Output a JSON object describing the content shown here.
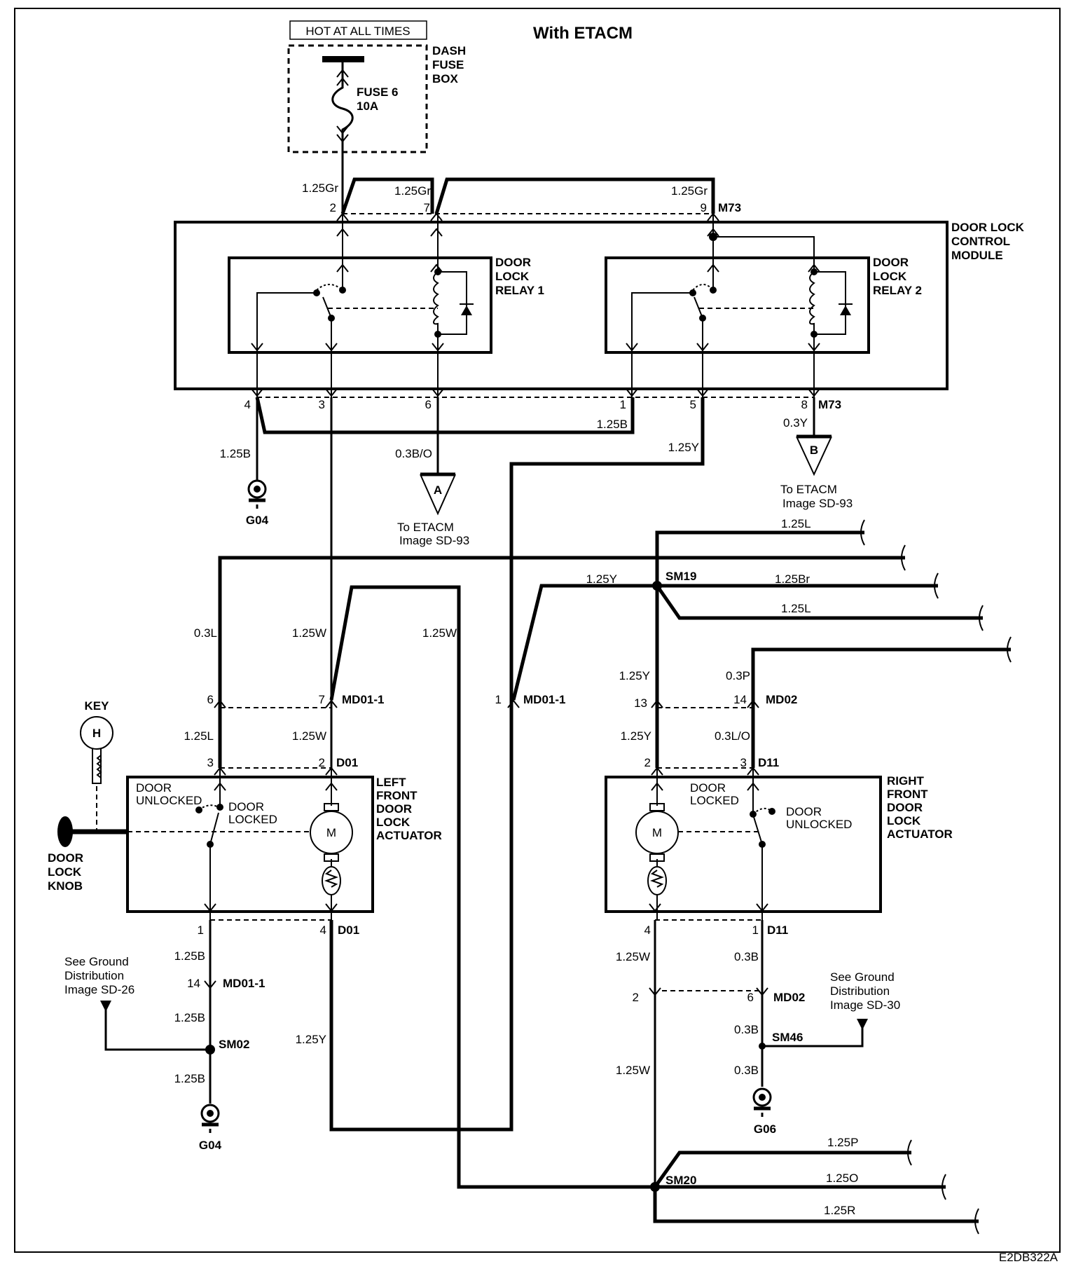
{
  "title": "With ETACM",
  "power": {
    "label": "HOT AT ALL TIMES",
    "fuse_box": [
      "DASH",
      "FUSE",
      "BOX"
    ],
    "fuse": [
      "FUSE 6",
      "10A"
    ]
  },
  "module": {
    "name": [
      "DOOR LOCK",
      "CONTROL",
      "MODULE"
    ],
    "connector": "M73",
    "relay1": [
      "DOOR",
      "LOCK",
      "RELAY 1"
    ],
    "relay2": [
      "DOOR",
      "LOCK",
      "RELAY 2"
    ],
    "top_pins": [
      "2",
      "7",
      "9"
    ],
    "bottom_pins": [
      "4",
      "3",
      "6",
      "1",
      "5",
      "8"
    ]
  },
  "wire_labels": [
    "1.25Gr",
    "1.25Gr",
    "1.25Gr",
    "1.25B",
    "1.25B",
    "0.3B/O",
    "1.25Y",
    "0.3Y",
    "1.25L",
    "1.25Y",
    "1.25Br",
    "1.25L",
    "0.3L",
    "1.25W",
    "1.25W",
    "1.25Y",
    "0.3P",
    "1.25L",
    "1.25W",
    "1.25Y",
    "0.3L/O",
    "1.25B",
    "1.25B",
    "1.25B",
    "1.25Y",
    "1.25W",
    "0.3B",
    "0.3B",
    "0.3B",
    "1.25W",
    "1.25P",
    "1.25O",
    "1.25R"
  ],
  "offpage": {
    "a": "A",
    "b": "B",
    "a_text": [
      "To ETACM",
      "Image SD-93"
    ],
    "b_text": [
      "To ETACM",
      "Image SD-93"
    ]
  },
  "grounds": {
    "g04_top": "G04",
    "g04_bottom": "G04",
    "g06": "G06"
  },
  "splices": {
    "sm19": "SM19",
    "sm02": "SM02",
    "sm46": "SM46",
    "sm20": "SM20"
  },
  "connectors": {
    "md01_a": {
      "name": "MD01-1",
      "pins": [
        "6",
        "7"
      ]
    },
    "md01_b": {
      "name": "MD01-1",
      "pin": "1"
    },
    "md02_a": {
      "name": "MD02",
      "pins": [
        "13",
        "14"
      ]
    },
    "md01_c": {
      "name": "MD01-1",
      "pin": "14"
    },
    "md02_b": {
      "name": "MD02",
      "pins": [
        "2",
        "6"
      ]
    },
    "d01_top": {
      "name": "D01",
      "pins": [
        "3",
        "2"
      ]
    },
    "d01_bot": {
      "name": "D01",
      "pins": [
        "1",
        "4"
      ]
    },
    "d11_top": {
      "name": "D11",
      "pins": [
        "2",
        "3"
      ]
    },
    "d11_bot": {
      "name": "D11",
      "pins": [
        "4",
        "1"
      ]
    }
  },
  "left_actuator": {
    "name": [
      "LEFT",
      "FRONT",
      "DOOR",
      "LOCK",
      "ACTUATOR"
    ],
    "unlocked": [
      "DOOR",
      "UNLOCKED"
    ],
    "locked": [
      "DOOR",
      "LOCKED"
    ],
    "motor": "M"
  },
  "right_actuator": {
    "name": [
      "RIGHT",
      "FRONT",
      "DOOR",
      "LOCK",
      "ACTUATOR"
    ],
    "locked": [
      "DOOR",
      "LOCKED"
    ],
    "unlocked": [
      "DOOR",
      "UNLOCKED"
    ],
    "motor": "M"
  },
  "key": {
    "label": "KEY",
    "symbol": "H"
  },
  "knob": [
    "DOOR",
    "LOCK",
    "KNOB"
  ],
  "ground_ref_left": [
    "See Ground",
    "Distribution",
    "Image SD-26"
  ],
  "ground_ref_right": [
    "See Ground",
    "Distribution",
    "Image SD-30"
  ],
  "figure_id": "E2DB322A"
}
